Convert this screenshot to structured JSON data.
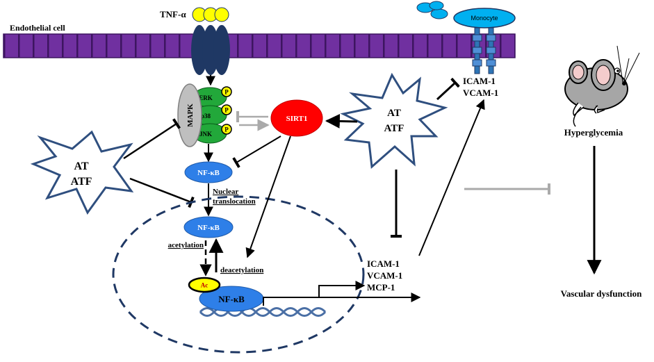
{
  "membrane": {
    "label": "Endothelial cell",
    "colors": {
      "fill": "#7030A0",
      "stripe": "#3D1560"
    }
  },
  "receptor": {
    "ligand_label": "TNF-α",
    "colors": {
      "ligand": "#FFFF00",
      "receptor": "#1F3864"
    }
  },
  "mapk": {
    "label": "MAPK",
    "color": "#BFBFBF",
    "kinases": [
      {
        "label": "ERK",
        "p": "P"
      },
      {
        "label": "p38",
        "p": "P"
      },
      {
        "label": "JNK",
        "p": "P"
      }
    ],
    "kinase_color": "#22A83A"
  },
  "sirt1": {
    "label": "SIRT1",
    "color": "#FF0000"
  },
  "nfkb": {
    "cyto_label": "NF-κB",
    "nuclear_label": "NF-κB",
    "dna_label": "NF-κB",
    "ac_label": "Ac",
    "color": "#2E7FE8"
  },
  "translocation": {
    "line1": "Nuclear",
    "line2": "translocation"
  },
  "acetylation_label": "acetylation",
  "deacetylation_label": "deacetylation",
  "treatments": [
    {
      "id": "left",
      "line1": "AT",
      "line2": "ATF"
    },
    {
      "id": "right",
      "line1": "AT",
      "line2": "ATF"
    }
  ],
  "genes": {
    "line1": "ICAM-1",
    "line2": "VCAM-1",
    "line3": "MCP-1"
  },
  "adhesion": {
    "line1": "ICAM-1",
    "line2": "VCAM-1"
  },
  "monocyte": {
    "label": "Monocyte",
    "color": "#00B0F0"
  },
  "outcome": {
    "condition": "Hyperglycemia",
    "result": "Vascular dysfunction"
  }
}
